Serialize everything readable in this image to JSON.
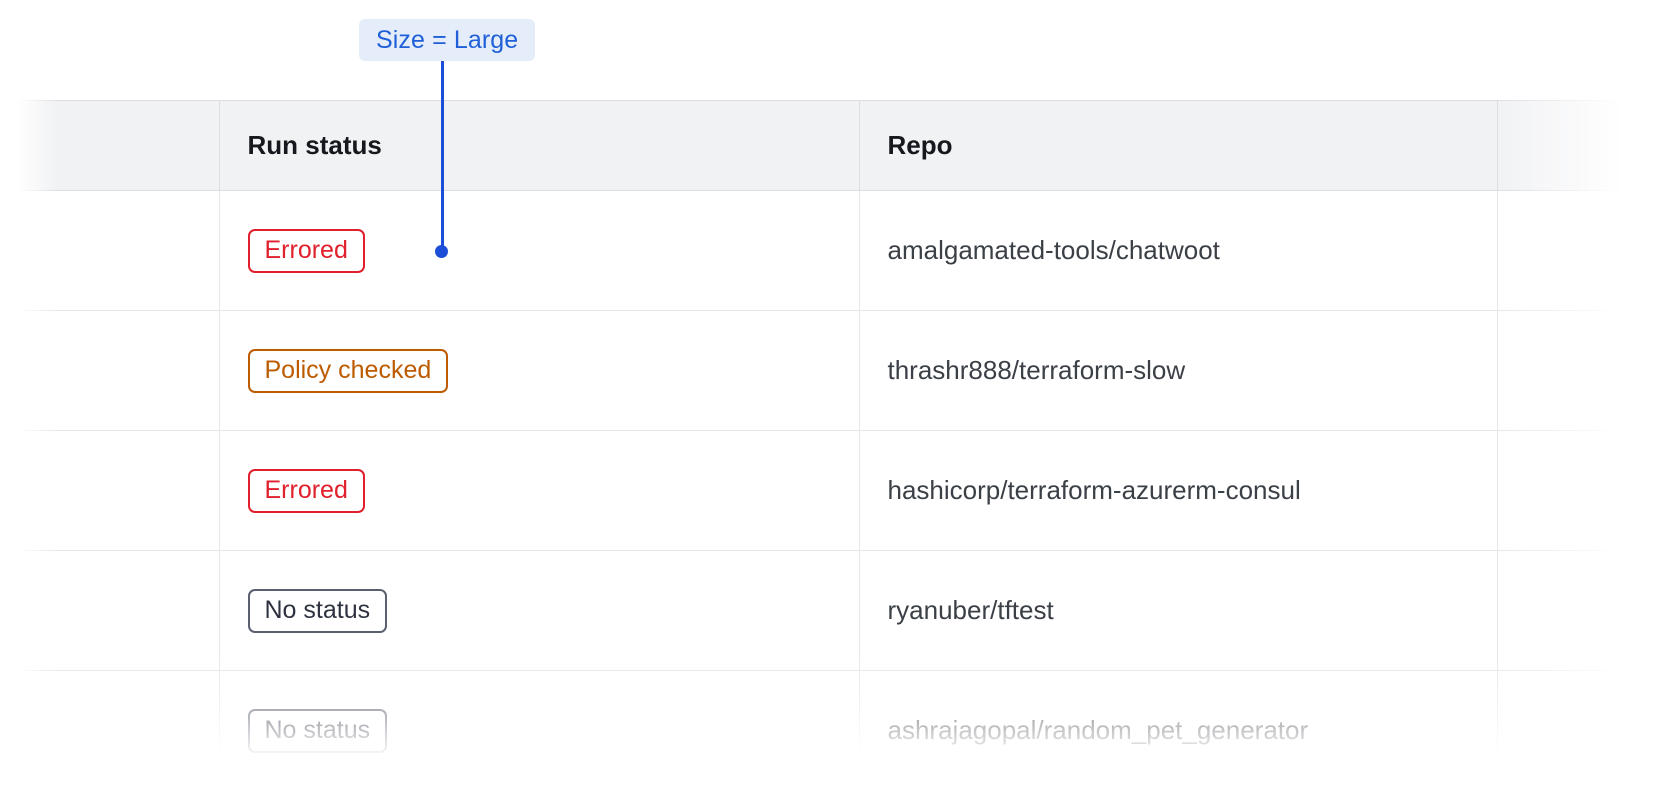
{
  "annotation": {
    "label": "Size = Large",
    "accent_color": "#1d4ed8",
    "background_color": "#e5edfb"
  },
  "table": {
    "columns": [
      {
        "key": "leading",
        "header": ""
      },
      {
        "key": "run_status",
        "header": "Run status"
      },
      {
        "key": "repo",
        "header": "Repo"
      },
      {
        "key": "trailing",
        "header": ""
      }
    ],
    "rows": [
      {
        "status": "Errored",
        "status_variant": "errored",
        "repo": "amalgamated-tools/chatwoot"
      },
      {
        "status": "Policy checked",
        "status_variant": "policy-checked",
        "repo": "thrashr888/terraform-slow"
      },
      {
        "status": "Errored",
        "status_variant": "errored",
        "repo": "hashicorp/terraform-azurerm-consul"
      },
      {
        "status": "No status",
        "status_variant": "no-status",
        "repo": "ryanuber/tftest"
      },
      {
        "status": "No status",
        "status_variant": "no-status",
        "repo": "ashrajagopal/random_pet_generator"
      }
    ]
  },
  "colors": {
    "errored": "#e0202c",
    "policy_checked": "#bd5b00",
    "no_status": "#5b6070",
    "header_background": "#f1f2f4",
    "grid_line": "#e6e7ea"
  }
}
